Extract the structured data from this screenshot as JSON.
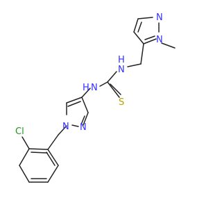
{
  "molecule": {
    "atoms": {
      "n_pz2_n1": {
        "label": "N",
        "color": "#3030ff"
      },
      "n_pz2_n2": {
        "label": "N",
        "color": "#3030ff"
      },
      "n_methyl": {
        "label": "",
        "color": "#222222"
      },
      "n_thio_1": {
        "label": "N",
        "color": "#3030ff"
      },
      "n_thio_1_h": {
        "label": "H",
        "color": "#3030ff"
      },
      "n_thio_2": {
        "label": "N",
        "color": "#3030ff"
      },
      "n_thio_2_h": {
        "label": "H",
        "color": "#3030ff"
      },
      "s_thione": {
        "label": "S",
        "color": "#b8a000"
      },
      "n_pz1_n1": {
        "label": "N",
        "color": "#3030ff"
      },
      "n_pz1_n2": {
        "label": "N",
        "color": "#3030ff"
      },
      "cl": {
        "label": "Cl",
        "color": "#1a9a1a"
      }
    }
  }
}
